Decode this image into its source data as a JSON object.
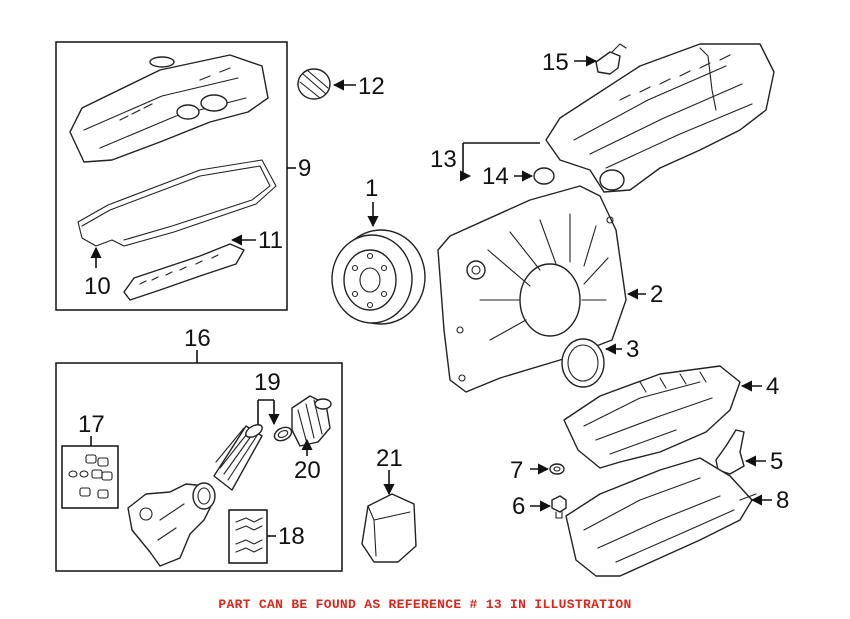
{
  "diagram": {
    "callouts": [
      {
        "id": "c1",
        "label": "1"
      },
      {
        "id": "c2",
        "label": "2"
      },
      {
        "id": "c3",
        "label": "3"
      },
      {
        "id": "c4",
        "label": "4"
      },
      {
        "id": "c5",
        "label": "5"
      },
      {
        "id": "c6",
        "label": "6"
      },
      {
        "id": "c7",
        "label": "7"
      },
      {
        "id": "c8",
        "label": "8"
      },
      {
        "id": "c9",
        "label": "9"
      },
      {
        "id": "c10",
        "label": "10"
      },
      {
        "id": "c11",
        "label": "11"
      },
      {
        "id": "c12",
        "label": "12"
      },
      {
        "id": "c13",
        "label": "13"
      },
      {
        "id": "c14",
        "label": "14"
      },
      {
        "id": "c15",
        "label": "15"
      },
      {
        "id": "c16",
        "label": "16"
      },
      {
        "id": "c17",
        "label": "17"
      },
      {
        "id": "c18",
        "label": "18"
      },
      {
        "id": "c19",
        "label": "19"
      },
      {
        "id": "c20",
        "label": "20"
      },
      {
        "id": "c21",
        "label": "21"
      }
    ],
    "footer_note": "PART CAN BE FOUND AS REFERENCE # 13 IN ILLUSTRATION",
    "footer_color": "#e0261b"
  }
}
